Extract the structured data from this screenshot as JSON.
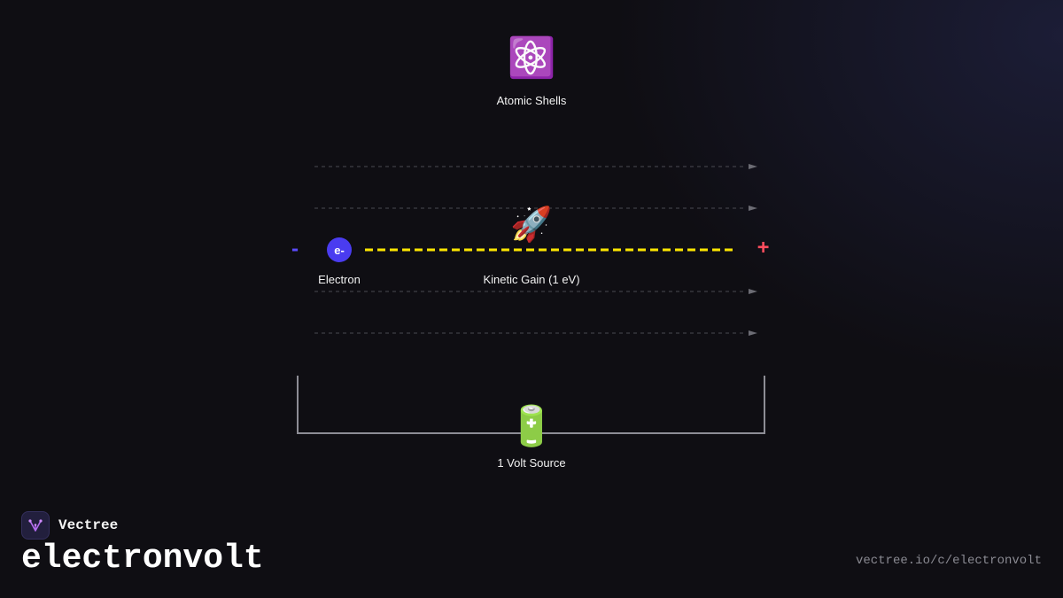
{
  "diagram": {
    "atom": {
      "icon": "atom-emoji-icon",
      "glyph": "⚛️",
      "label": "Atomic Shells"
    },
    "electron": {
      "symbol": "e-",
      "label": "Electron",
      "color": "#4a3cf0"
    },
    "kinetic": {
      "icon": "rocket-emoji-icon",
      "glyph": "🚀",
      "label": "Kinetic Gain (1 eV)"
    },
    "source": {
      "icon": "battery-emoji-icon",
      "glyph": "🔋",
      "label": "1 Volt Source"
    },
    "polarity": {
      "negative": "-",
      "positive": "+",
      "negative_color": "#5b4bff",
      "positive_color": "#ff4d5e"
    },
    "path_color": "#ffe600",
    "field_line_color": "#4a4a52",
    "circuit_color": "#8d8d95"
  },
  "brand": {
    "name": "Vectree",
    "logo_icon": "vectree-logo-icon"
  },
  "page": {
    "title": "electronvolt",
    "url": "vectree.io/c/electronvolt"
  }
}
